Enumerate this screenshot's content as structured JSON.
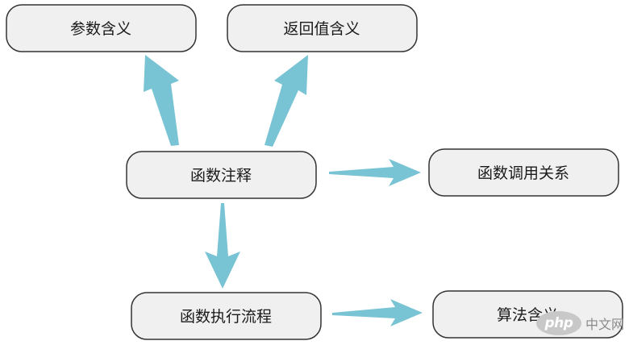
{
  "nodes": {
    "param_meaning": "参数含义",
    "return_meaning": "返回值含义",
    "func_comment": "函数注释",
    "call_relation": "函数调用关系",
    "exec_flow": "函数执行流程",
    "algo_meaning": "算法含义"
  },
  "watermark": {
    "logo": "php",
    "text": "中文网"
  },
  "colors": {
    "arrow": "#78c3d4",
    "node_fill": "#f0f0f0",
    "node_stroke": "#333333"
  }
}
